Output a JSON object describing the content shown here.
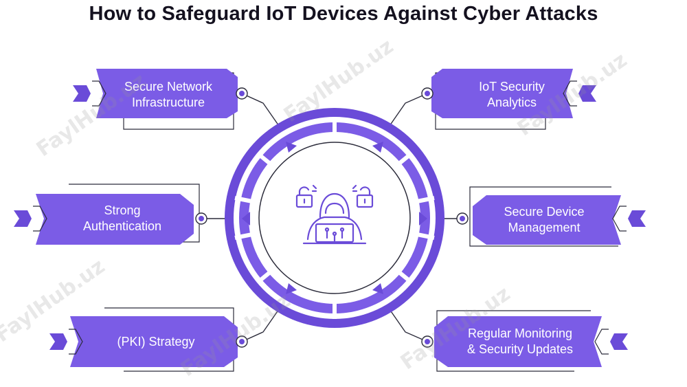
{
  "title": "How to Safeguard IoT Devices Against Cyber Attacks",
  "colors": {
    "accent": "#7B5CE6",
    "accent_dark": "#6A4BD8",
    "line": "#2b2b3a",
    "title": "#14111f"
  },
  "center_icon": "hacker-with-laptop-and-unlocked-padlocks",
  "items": [
    {
      "id": "secure-network",
      "lines": [
        "Secure Network",
        "Infrastructure"
      ]
    },
    {
      "id": "strong-auth",
      "lines": [
        "Strong",
        "Authentication"
      ]
    },
    {
      "id": "pki",
      "lines": [
        "(PKI) Strategy"
      ]
    },
    {
      "id": "iot-analytics",
      "lines": [
        "IoT Security",
        "Analytics"
      ]
    },
    {
      "id": "device-mgmt",
      "lines": [
        "Secure Device",
        "Management"
      ]
    },
    {
      "id": "monitoring",
      "lines": [
        "Regular Monitoring",
        "& Security Updates"
      ]
    }
  ],
  "watermark": "FaylHub.uz"
}
